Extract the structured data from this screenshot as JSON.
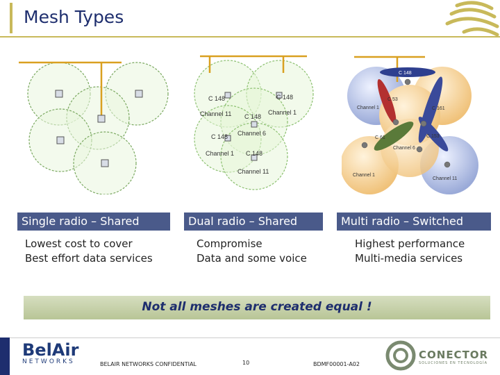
{
  "title": "Mesh Types",
  "diagrams": {
    "dual": {
      "labels": [
        "C 148",
        "C 148",
        "Channel 11",
        "C 148",
        "Channel 1",
        "C 148",
        "Channel 6",
        "Channel 1",
        "C 148",
        "Channel 11"
      ]
    },
    "multi": {
      "labels": [
        "C 148",
        "C 53",
        "Channel 1",
        "C 161",
        "C 61",
        "C 153",
        "Channel 6",
        "Channel 1",
        "Channel 11"
      ]
    }
  },
  "columns": [
    {
      "label": "Single radio – Shared",
      "desc1": "Lowest cost to cover",
      "desc2": "Best effort data services"
    },
    {
      "label": "Dual radio – Shared",
      "desc1": "Compromise",
      "desc2": "Data and some voice"
    },
    {
      "label": "Multi radio – Switched",
      "desc1": "Highest performance",
      "desc2": "Multi-media services"
    }
  ],
  "banner": "Not all meshes are created equal !",
  "footer": {
    "logo_main": "BelAir",
    "logo_sub": "NETWORKS",
    "confidential": "BELAIR NETWORKS CONFIDENTIAL",
    "page": "10",
    "docid": "BDMF00001-A02",
    "partner_logo": "CONECTOR",
    "partner_sub": "SOLUCIONES EN TECNOLOGÍA"
  },
  "colors": {
    "navy": "#1e2e6e",
    "accent": "#c8b95a",
    "label_bg": "#4a5a8a",
    "cell_green": "#d8efc8"
  }
}
